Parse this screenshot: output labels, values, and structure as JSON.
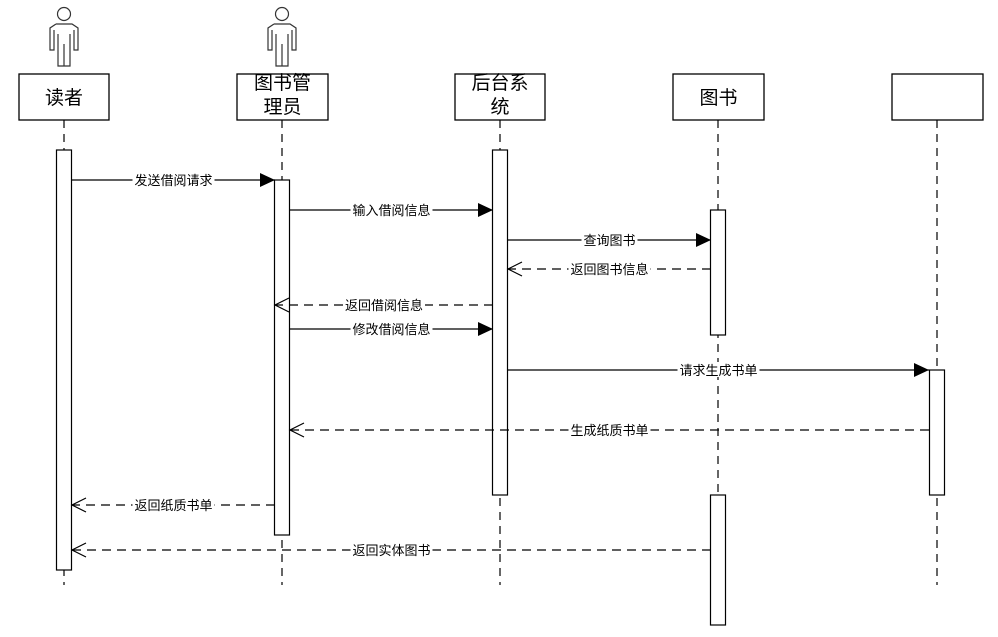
{
  "diagram": {
    "type": "uml-sequence",
    "participants": [
      {
        "id": "reader",
        "label_lines": [
          "读者"
        ],
        "kind": "actor"
      },
      {
        "id": "librarian",
        "label_lines": [
          "图书管",
          "理员"
        ],
        "kind": "actor"
      },
      {
        "id": "backend",
        "label_lines": [
          "后台系",
          "统"
        ],
        "kind": "object"
      },
      {
        "id": "book",
        "label_lines": [
          "图书"
        ],
        "kind": "object"
      },
      {
        "id": "unnamed",
        "label_lines": [
          ""
        ],
        "kind": "object"
      }
    ],
    "messages": [
      {
        "from": "reader",
        "to": "librarian",
        "label": "发送借阅请求",
        "style": "sync"
      },
      {
        "from": "librarian",
        "to": "backend",
        "label": "输入借阅信息",
        "style": "sync"
      },
      {
        "from": "backend",
        "to": "book",
        "label": "查询图书",
        "style": "sync"
      },
      {
        "from": "book",
        "to": "backend",
        "label": "返回图书信息",
        "style": "return"
      },
      {
        "from": "backend",
        "to": "librarian",
        "label": "返回借阅信息",
        "style": "return"
      },
      {
        "from": "librarian",
        "to": "backend",
        "label": "修改借阅信息",
        "style": "sync"
      },
      {
        "from": "backend",
        "to": "unnamed",
        "label": "请求生成书单",
        "style": "sync"
      },
      {
        "from": "unnamed",
        "to": "librarian",
        "label": "生成纸质书单",
        "style": "return"
      },
      {
        "from": "librarian",
        "to": "reader",
        "label": "返回纸质书单",
        "style": "return"
      },
      {
        "from": "book",
        "to": "reader",
        "label": "返回实体图书",
        "style": "return"
      }
    ]
  }
}
